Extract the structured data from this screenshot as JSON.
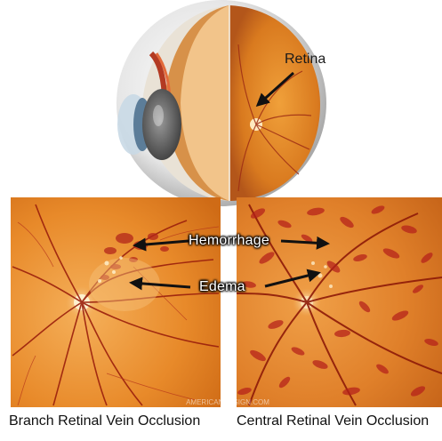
{
  "labels": {
    "retina": "Retina",
    "hemorrhage": "Hemorrhage",
    "edema": "Edema"
  },
  "captions": {
    "left": "Branch Retinal Vein Occlusion",
    "right": "Central Retinal Vein Occlusion"
  },
  "watermark": "AMERICANDESIGN.COM",
  "colors": {
    "fundus_orange": "#e8892a",
    "vessel_red": "#a11c0c",
    "hemorrhage_red": "#c0281a",
    "arrow": "#111111"
  }
}
